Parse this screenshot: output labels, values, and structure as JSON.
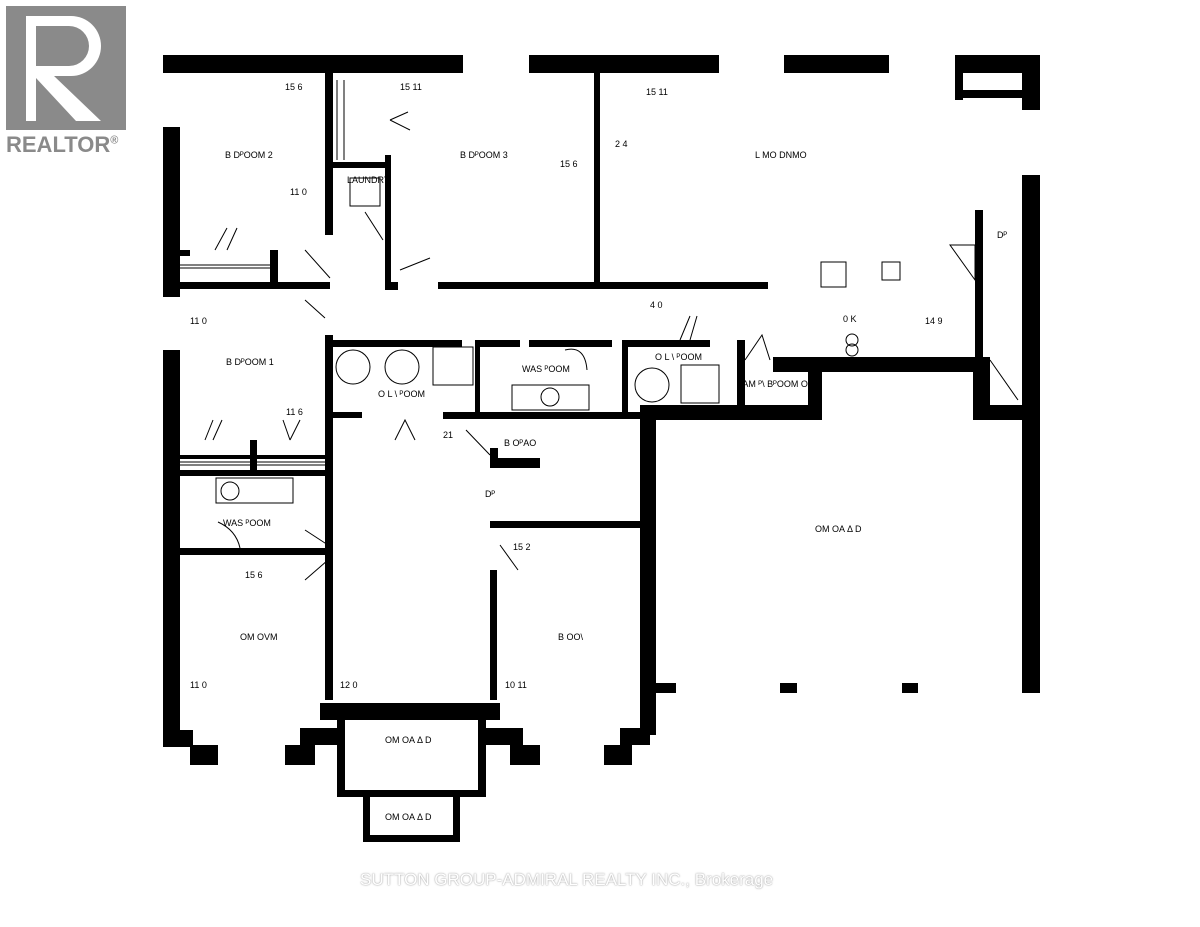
{
  "logo": {
    "text": "REALTOR",
    "mark": "®"
  },
  "watermark": "SUTTON GROUP-ADMIRAL REALTY INC., Brokerage",
  "rooms": [
    {
      "label": "B DᴾOOM 2",
      "dim": "15 6"
    },
    {
      "label": "B DᴾOOM 3",
      "dim": "15 11"
    },
    {
      "label": "L MO DNMO",
      "dim": "15 11"
    },
    {
      "label": "B DᴾOOM 1",
      "dim": "11 6"
    },
    {
      "label": "O L \\ ᴾOOM"
    },
    {
      "label": "WAS ᴾOOM"
    },
    {
      "label": "O L \\ ᴾOOM"
    },
    {
      "label": "PAM ᴾ\\ BᴾOOM OL"
    },
    {
      "label": "B OᴾAO"
    },
    {
      "label": "WAS ᴾOOM"
    },
    {
      "label": "OM OVM",
      "dim": "15 6"
    },
    {
      "label": "B OO\\",
      "dim": "15 2"
    },
    {
      "label": "OM OA Δ D"
    },
    {
      "label": "OM OA Δ D"
    },
    {
      "label": "OM OA Δ D"
    },
    {
      "label": "LAUNDRY"
    }
  ],
  "dims": [
    "11 0",
    "15 6",
    "2 4",
    "11 0",
    "4 0",
    "0 K",
    "14 9",
    "21",
    "Dᴾ",
    "Dᴾ",
    "11 0",
    "12 0",
    "10 11"
  ]
}
